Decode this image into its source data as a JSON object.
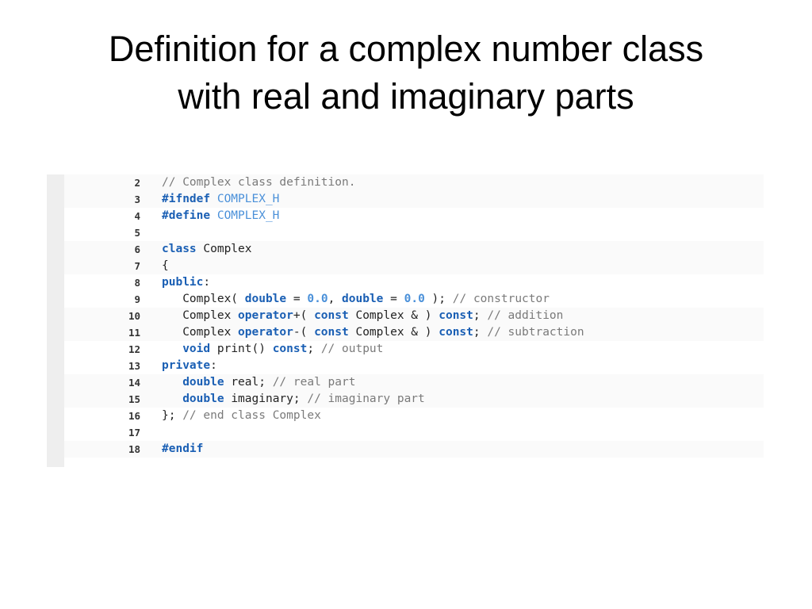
{
  "slide": {
    "title_lines": [
      "Definition for a complex number class",
      "with real and imaginary parts"
    ]
  },
  "code": {
    "lines": [
      {
        "number": "2",
        "tokens": [
          {
            "t": "// Complex class definition.",
            "k": "cm"
          }
        ]
      },
      {
        "number": "3",
        "tokens": [
          {
            "t": "#ifndef",
            "k": "pp"
          },
          {
            "t": " ",
            "k": "tx"
          },
          {
            "t": "COMPLEX_H",
            "k": "mac"
          }
        ]
      },
      {
        "number": "4",
        "tokens": [
          {
            "t": "#define",
            "k": "pp"
          },
          {
            "t": " ",
            "k": "tx"
          },
          {
            "t": "COMPLEX_H",
            "k": "mac"
          }
        ]
      },
      {
        "number": "5",
        "tokens": []
      },
      {
        "number": "6",
        "tokens": [
          {
            "t": "class",
            "k": "kw"
          },
          {
            "t": " Complex",
            "k": "tx"
          }
        ]
      },
      {
        "number": "7",
        "tokens": [
          {
            "t": "{",
            "k": "tx"
          }
        ]
      },
      {
        "number": "8",
        "tokens": [
          {
            "t": "public",
            "k": "kw"
          },
          {
            "t": ":",
            "k": "tx"
          }
        ]
      },
      {
        "number": "9",
        "tokens": [
          {
            "t": "   Complex( ",
            "k": "tx"
          },
          {
            "t": "double",
            "k": "kw"
          },
          {
            "t": " = ",
            "k": "tx"
          },
          {
            "t": "0.0",
            "k": "num"
          },
          {
            "t": ", ",
            "k": "tx"
          },
          {
            "t": "double",
            "k": "kw"
          },
          {
            "t": " = ",
            "k": "tx"
          },
          {
            "t": "0.0",
            "k": "num"
          },
          {
            "t": " ); ",
            "k": "tx"
          },
          {
            "t": "// constructor",
            "k": "cm"
          }
        ]
      },
      {
        "number": "10",
        "tokens": [
          {
            "t": "   Complex ",
            "k": "tx"
          },
          {
            "t": "operator",
            "k": "kw"
          },
          {
            "t": "+( ",
            "k": "tx"
          },
          {
            "t": "const",
            "k": "kw"
          },
          {
            "t": " Complex & ) ",
            "k": "tx"
          },
          {
            "t": "const",
            "k": "kw"
          },
          {
            "t": "; ",
            "k": "tx"
          },
          {
            "t": "// addition",
            "k": "cm"
          }
        ]
      },
      {
        "number": "11",
        "tokens": [
          {
            "t": "   Complex ",
            "k": "tx"
          },
          {
            "t": "operator",
            "k": "kw"
          },
          {
            "t": "-( ",
            "k": "tx"
          },
          {
            "t": "const",
            "k": "kw"
          },
          {
            "t": " Complex & ) ",
            "k": "tx"
          },
          {
            "t": "const",
            "k": "kw"
          },
          {
            "t": "; ",
            "k": "tx"
          },
          {
            "t": "// subtraction",
            "k": "cm"
          }
        ]
      },
      {
        "number": "12",
        "tokens": [
          {
            "t": "   ",
            "k": "tx"
          },
          {
            "t": "void",
            "k": "kw"
          },
          {
            "t": " print() ",
            "k": "tx"
          },
          {
            "t": "const",
            "k": "kw"
          },
          {
            "t": "; ",
            "k": "tx"
          },
          {
            "t": "// output",
            "k": "cm"
          }
        ]
      },
      {
        "number": "13",
        "tokens": [
          {
            "t": "private",
            "k": "kw"
          },
          {
            "t": ":",
            "k": "tx"
          }
        ]
      },
      {
        "number": "14",
        "tokens": [
          {
            "t": "   ",
            "k": "tx"
          },
          {
            "t": "double",
            "k": "kw"
          },
          {
            "t": " real; ",
            "k": "tx"
          },
          {
            "t": "// real part",
            "k": "cm"
          }
        ]
      },
      {
        "number": "15",
        "tokens": [
          {
            "t": "   ",
            "k": "tx"
          },
          {
            "t": "double",
            "k": "kw"
          },
          {
            "t": " imaginary; ",
            "k": "tx"
          },
          {
            "t": "// imaginary part",
            "k": "cm"
          }
        ]
      },
      {
        "number": "16",
        "tokens": [
          {
            "t": "}; ",
            "k": "tx"
          },
          {
            "t": "// end class Complex",
            "k": "cm"
          }
        ]
      },
      {
        "number": "17",
        "tokens": []
      },
      {
        "number": "18",
        "tokens": [
          {
            "t": "#endif",
            "k": "pp"
          }
        ]
      }
    ]
  }
}
